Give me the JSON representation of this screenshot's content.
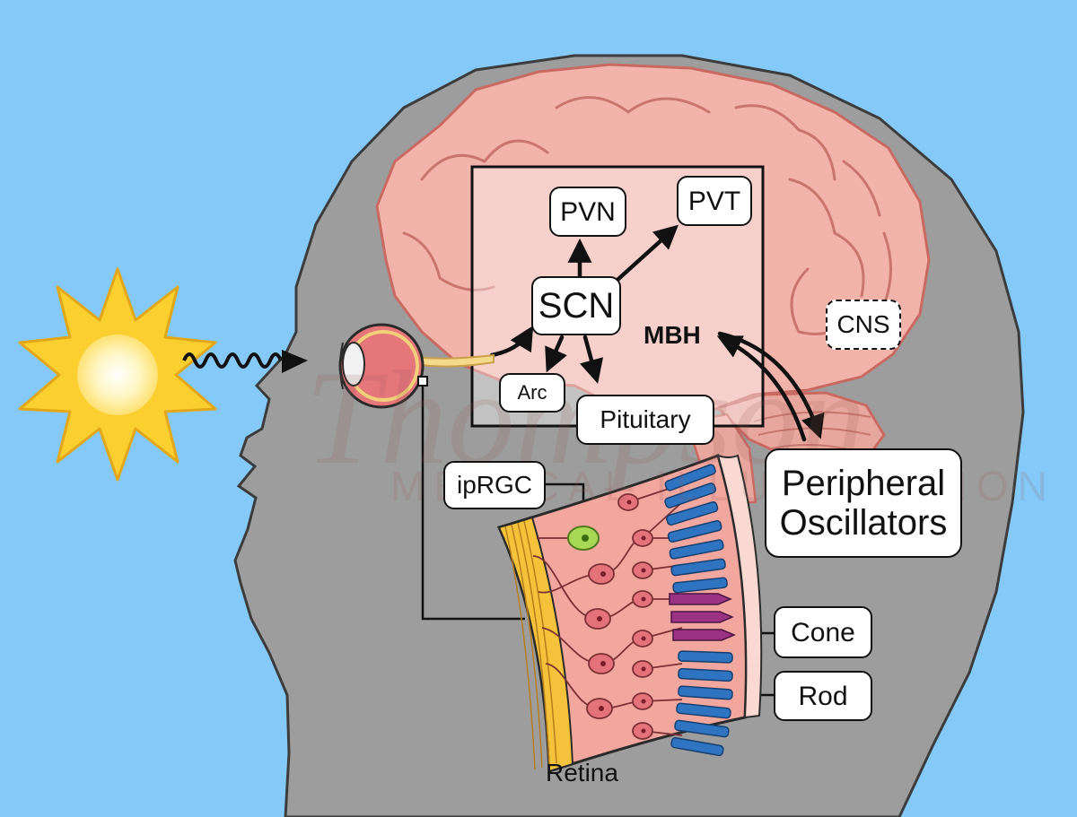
{
  "labels": {
    "pvn": "PVN",
    "pvt": "PVT",
    "scn": "SCN",
    "mbh": "MBH",
    "arc": "Arc",
    "pituitary": "Pituitary",
    "cns": "CNS",
    "peripheral": "Peripheral",
    "oscillators": "Oscillators",
    "iprgc": "ipRGC",
    "cone": "Cone",
    "rod": "Rod",
    "retina": "Retina"
  },
  "watermark": {
    "script": "Thompson",
    "caption": "MEDICAL ILLUSTRATION"
  },
  "colors": {
    "background": "#85c9f8",
    "head": "#9d9d9d",
    "brain": "#f2b3ab",
    "sun": "#fbcf2f",
    "rod": "#2f74c0",
    "cone": "#9b3385",
    "iprgc": "#a7d957"
  }
}
